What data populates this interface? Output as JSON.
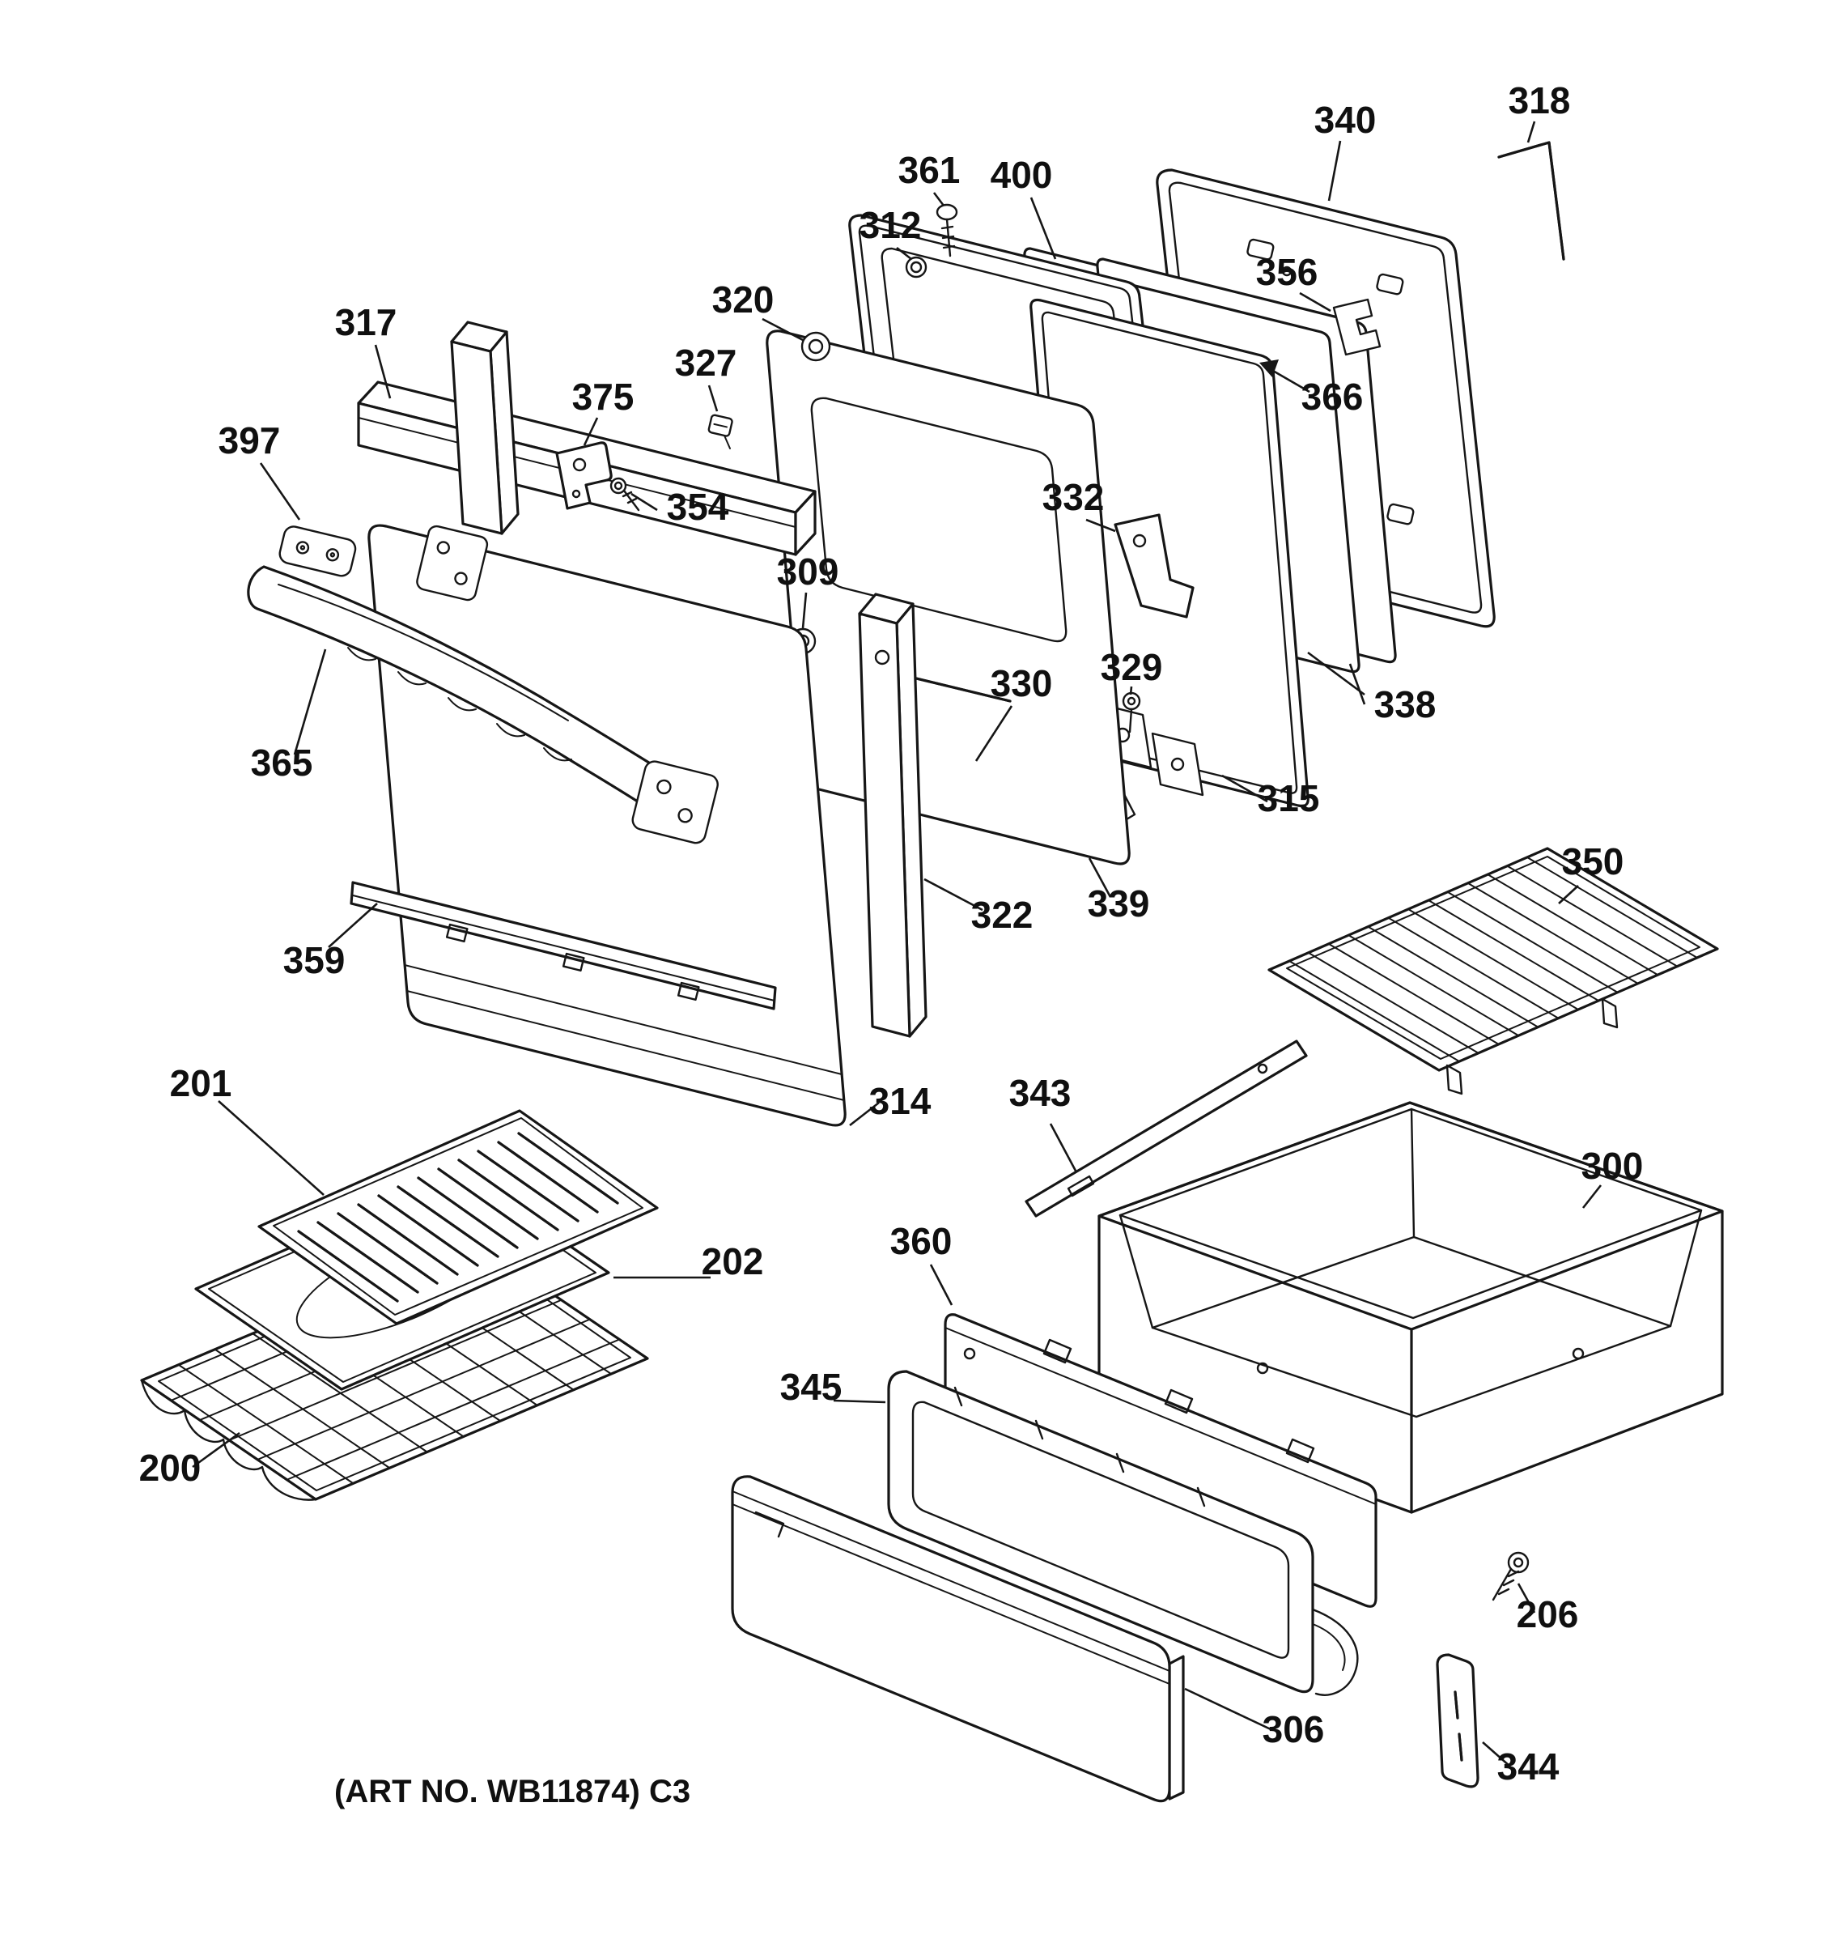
{
  "diagram": {
    "art_no": "(ART NO. WB11874) C3",
    "labels": {
      "l340": "340",
      "l318": "318",
      "l361": "361",
      "l400": "400",
      "l312": "312",
      "l320": "320",
      "l356": "356",
      "l317": "317",
      "l327": "327",
      "l375": "375",
      "l366": "366",
      "l397": "397",
      "l354": "354",
      "l332": "332",
      "l309": "309",
      "l365": "365",
      "l330": "330",
      "l329": "329",
      "l338": "338",
      "l315": "315",
      "l359": "359",
      "l322": "322",
      "l339": "339",
      "l350": "350",
      "l201": "201",
      "l314": "314",
      "l343": "343",
      "l300": "300",
      "l202": "202",
      "l360": "360",
      "l345": "345",
      "l200": "200",
      "l306": "306",
      "l206": "206",
      "l344": "344"
    }
  }
}
